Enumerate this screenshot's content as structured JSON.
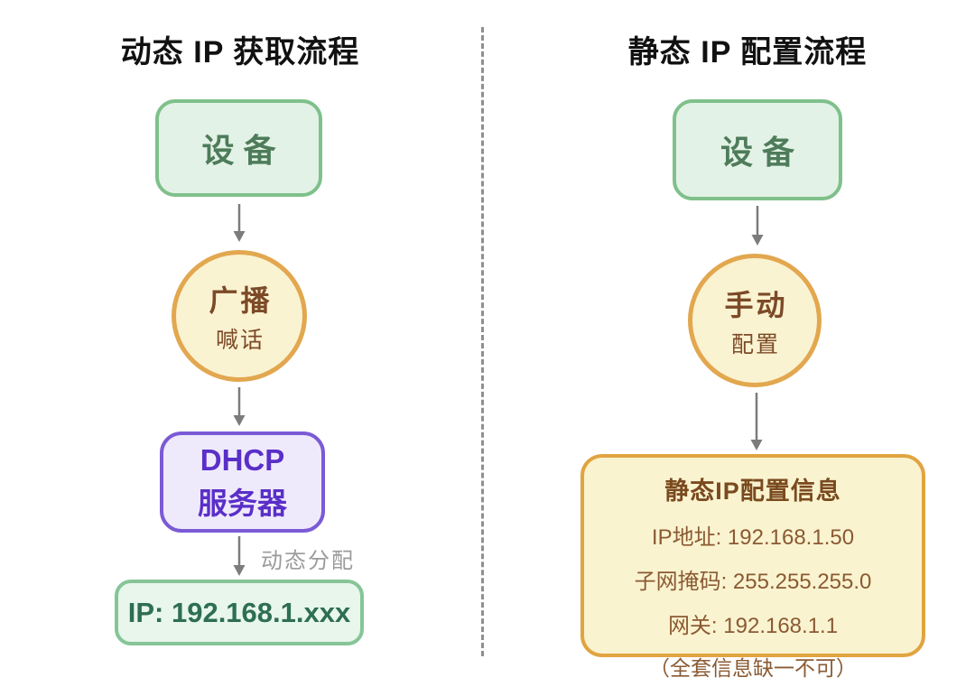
{
  "left_flow": {
    "title": "动态 IP 获取流程",
    "device_label": "设备",
    "broadcast_title": "广播",
    "broadcast_subtitle": "喊话",
    "dhcp_line1": "DHCP",
    "dhcp_line2": "服务器",
    "assign_arrow_label": "动态分配",
    "result_label": "IP: 192.168.1.xxx"
  },
  "right_flow": {
    "title": "静态 IP 配置流程",
    "device_label": "设备",
    "manual_title": "手动",
    "manual_subtitle": "配置",
    "info_box": {
      "title": "静态IP配置信息",
      "lines": [
        "IP地址: 192.168.1.50",
        "子网掩码: 255.255.255.0",
        "网关: 192.168.1.1"
      ],
      "note": "（全套信息缺一不可）"
    }
  },
  "colors": {
    "green_fill": "#e3f2e6",
    "green_border": "#7fc08b",
    "green_text": "#4e7c5a",
    "result_fill": "#e8f6ec",
    "result_border": "#85c597",
    "result_text": "#2e6e51",
    "yellow_fill": "#faf3d1",
    "orange_border": "#e2a74f",
    "brown_bold_text": "#7c4a28",
    "brown_text": "#8a5a33",
    "purple_fill": "#efeafb",
    "purple_border": "#7b5ad6",
    "purple_text": "#5a2fc8",
    "arrow_gray": "#7c7c7c",
    "label_gray": "#9b9b9b",
    "divider_gray": "#8f8f8f",
    "title_color": "#111111"
  }
}
